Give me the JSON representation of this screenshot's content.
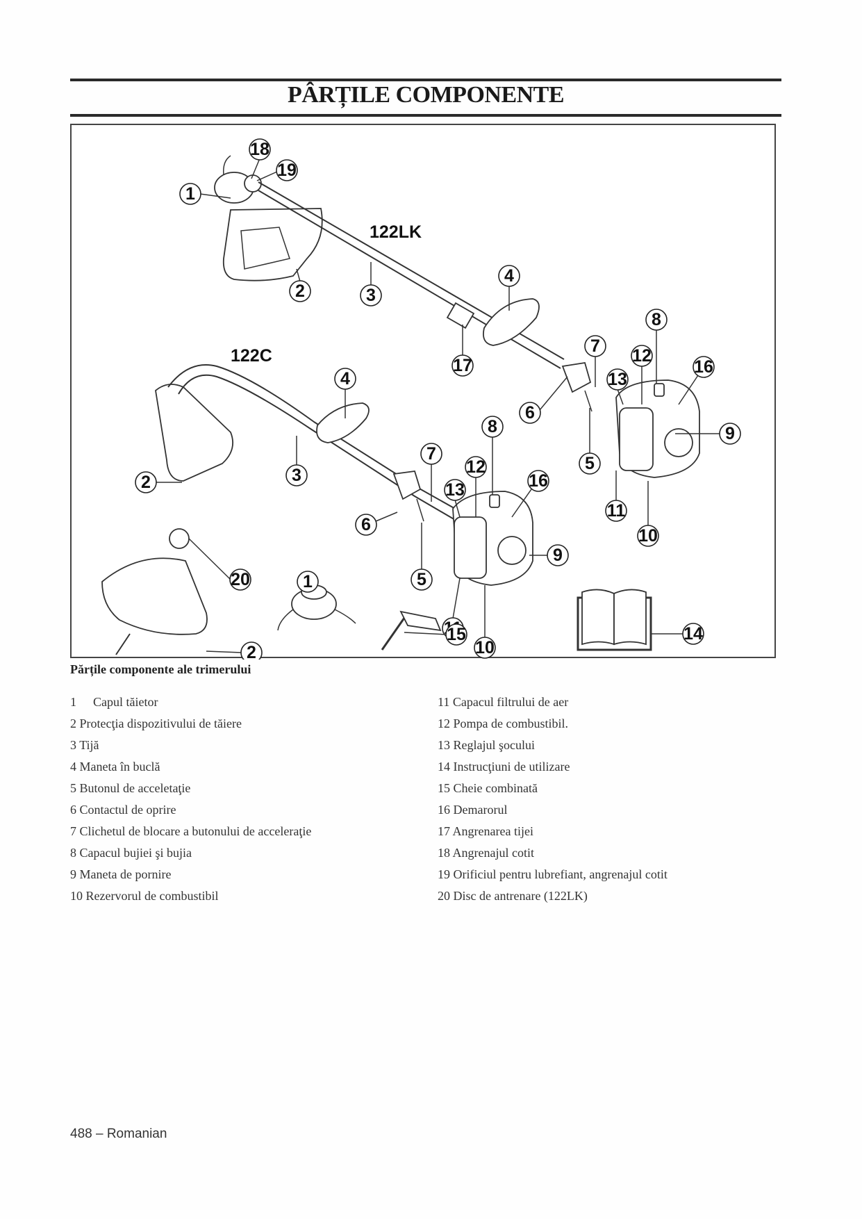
{
  "page": {
    "title": "PÂRȚILE COMPONENTE",
    "figure_caption": "Părțile componente ale trimerului",
    "footer": "488 – Romanian"
  },
  "figure": {
    "model_labels": [
      "122LK",
      "122C"
    ],
    "callouts_122lk": [
      "18",
      "19",
      "1",
      "2",
      "3",
      "4",
      "17",
      "7",
      "8",
      "12",
      "13",
      "16",
      "6",
      "5",
      "9",
      "11",
      "10"
    ],
    "callouts_122c": [
      "4",
      "3",
      "2",
      "6",
      "7",
      "13",
      "12",
      "8",
      "16",
      "5",
      "9",
      "11",
      "10",
      "20",
      "1",
      "2"
    ],
    "callouts_accessories": [
      "15",
      "14"
    ]
  },
  "parts_left": [
    {
      "num": "1",
      "label": "Capul tăietor"
    },
    {
      "num": "2",
      "label": "Protecţia dispozitivului de tăiere"
    },
    {
      "num": "3",
      "label": "Tijă"
    },
    {
      "num": "4",
      "label": "Maneta în buclă"
    },
    {
      "num": "5",
      "label": "Butonul de acceletaţie"
    },
    {
      "num": "6",
      "label": "Contactul de oprire"
    },
    {
      "num": "7",
      "label": "Clichetul de blocare a butonului de acceleraţie"
    },
    {
      "num": "8",
      "label": "Capacul bujiei şi bujia"
    },
    {
      "num": "9",
      "label": "Maneta de pornire"
    },
    {
      "num": "10",
      "label": "Rezervorul de combustibil"
    }
  ],
  "parts_right": [
    {
      "num": "11",
      "label": "Capacul filtrului de aer"
    },
    {
      "num": "12",
      "label": "Pompa de combustibil."
    },
    {
      "num": "13",
      "label": "Reglajul şocului"
    },
    {
      "num": "14",
      "label": "Instrucţiuni de utilizare"
    },
    {
      "num": "15",
      "label": "Cheie combinată"
    },
    {
      "num": "16",
      "label": "Demarorul"
    },
    {
      "num": "17",
      "label": "Angrenarea tijei"
    },
    {
      "num": "18",
      "label": "Angrenajul cotit"
    },
    {
      "num": "19",
      "label": "Orificiul pentru lubrefiant, angrenajul cotit"
    },
    {
      "num": "20",
      "label": "Disc de antrenare (122LK)"
    }
  ]
}
